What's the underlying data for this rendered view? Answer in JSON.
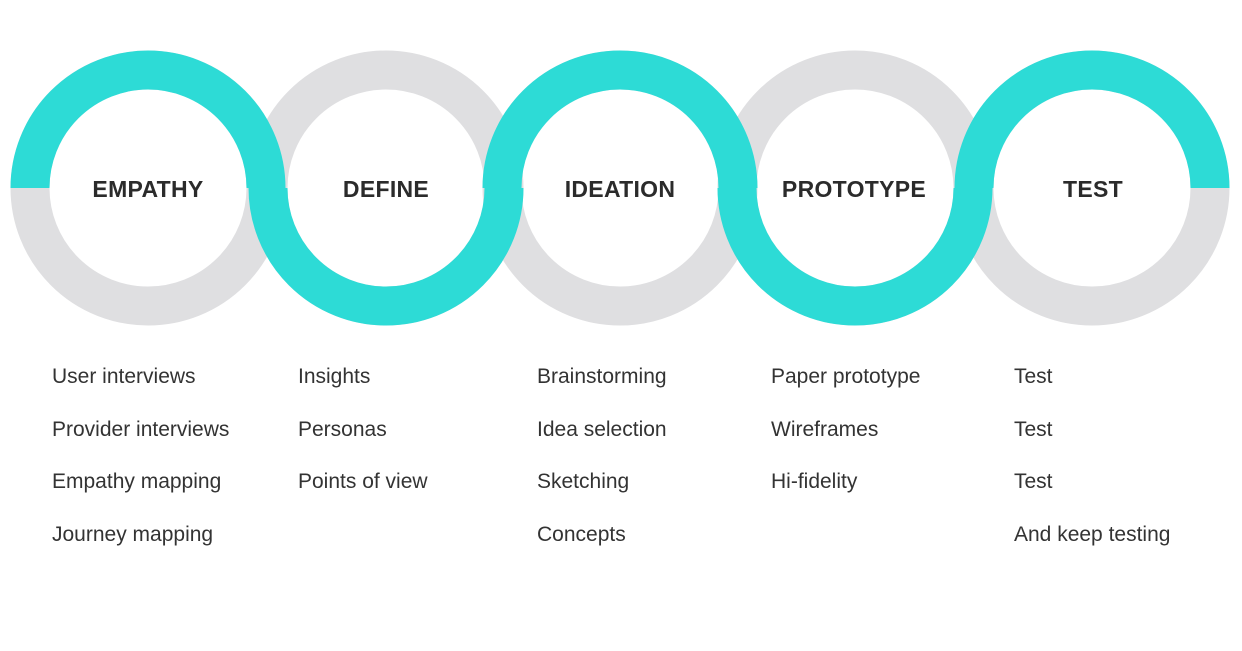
{
  "colors": {
    "accent": "#2DDBD6",
    "track": "#DFDFE1",
    "text": "#333333",
    "heading": "#2B2B2B"
  },
  "stages": [
    {
      "title": "EMPATHY",
      "arc": "top",
      "items": [
        "User interviews",
        "Provider interviews",
        "Empathy mapping",
        "Journey mapping"
      ]
    },
    {
      "title": "DEFINE",
      "arc": "bottom",
      "items": [
        "Insights",
        "Personas",
        "Points of view"
      ]
    },
    {
      "title": "IDEATION",
      "arc": "top",
      "items": [
        "Brainstorming",
        "Idea selection",
        "Sketching",
        "Concepts"
      ]
    },
    {
      "title": "PROTOTYPE",
      "arc": "bottom",
      "items": [
        "Paper prototype",
        "Wireframes",
        "Hi-fidelity"
      ]
    },
    {
      "title": "TEST",
      "arc": "top",
      "items": [
        "Test",
        "Test",
        "Test",
        "And keep testing"
      ]
    }
  ]
}
